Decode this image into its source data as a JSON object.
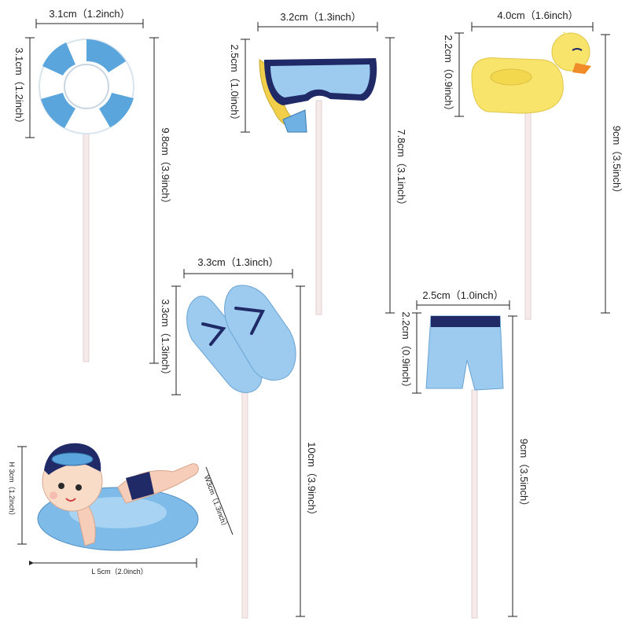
{
  "products": {
    "lifebuoy": {
      "width": "3.1cm（1.2inch）",
      "height": "3.1cm（1.2inch）",
      "length": "9.8cm（3.9inch）"
    },
    "goggles": {
      "width": "3.2cm（1.3inch）",
      "height": "2.5cm（1.0inch）",
      "length": "7.8cm（3.1inch）"
    },
    "duck": {
      "width": "4.0cm（1.6inch）",
      "height": "2.2cm（0.9inch）",
      "length": "9cm（3.5inch）"
    },
    "flipflops": {
      "width": "3.3cm（1.3inch）",
      "height": "3.3cm（1.3inch）",
      "length": "10cm（3.9inch）"
    },
    "trunks": {
      "width": "2.5cm（1.0inch）",
      "height": "2.2cm（0.9inch）",
      "length": "9cm（3.5inch）"
    },
    "swimmer": {
      "height": "H 3cm（1.2inch）",
      "width": "W3cm（1.3inch）",
      "length": "L 5cm（2.0inch）"
    }
  },
  "colors": {
    "blue": "#5aa6dc",
    "light_blue": "#9ccbef",
    "navy": "#1f2a66",
    "yellow": "#f8e46a",
    "orange": "#f08c2a",
    "stick": "#f6eaea"
  }
}
